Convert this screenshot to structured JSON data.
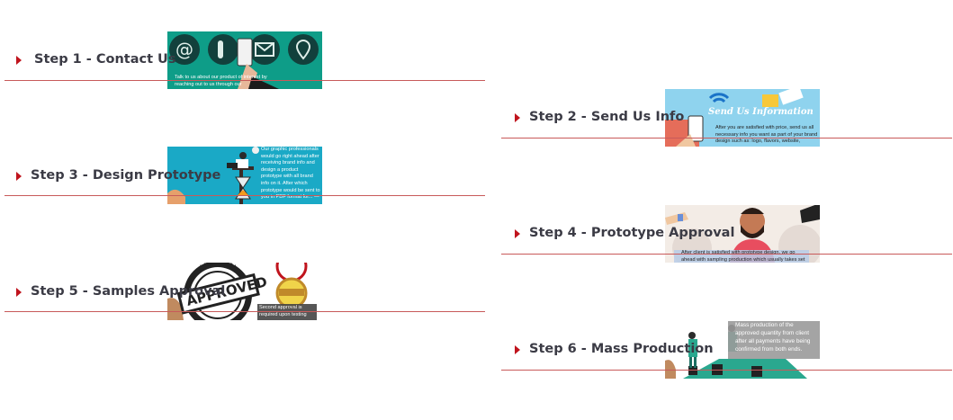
{
  "steps": [
    {
      "label": "Step 1 - Contact Us",
      "thumb_text": "Talk to us about our product of interest by reaching out to us through our"
    },
    {
      "label": "Step 2 - Send Us Info",
      "thumb_title": "Send Us Information",
      "thumb_text": "After you are satisfied with price, send us all necessary info you want as part of your brand design such as: logo, flavors, website,"
    },
    {
      "label": "Step 3 - Design Prototype",
      "thumb_text": "Our graphic professionals would go right ahead after receiving brand info and design a product prototype with all brand info on it. After which prototype would be sent to you in PDF format for... —"
    },
    {
      "label": "Step 4 - Prototype Approval",
      "thumb_text": "After client is satisfied with prototype design, we go ahead with sampling production which usually takes set"
    },
    {
      "label": "Step 5 - Samples Approval",
      "thumb_stamp": "APPROVED",
      "thumb_stamp_arc": "· APPROVED ·",
      "thumb_text": "Second approval is required upon testing"
    },
    {
      "label": "Step 6 - Mass Production",
      "thumb_text": "Mass production of the approved quantity from client after all payments have being confirmed from both ends."
    }
  ],
  "colors": {
    "accent": "#c0141d",
    "rule": "#c85a5a",
    "text": "#3b3b45",
    "teal": "#0e9d88",
    "cyan": "#1aa9c6"
  }
}
